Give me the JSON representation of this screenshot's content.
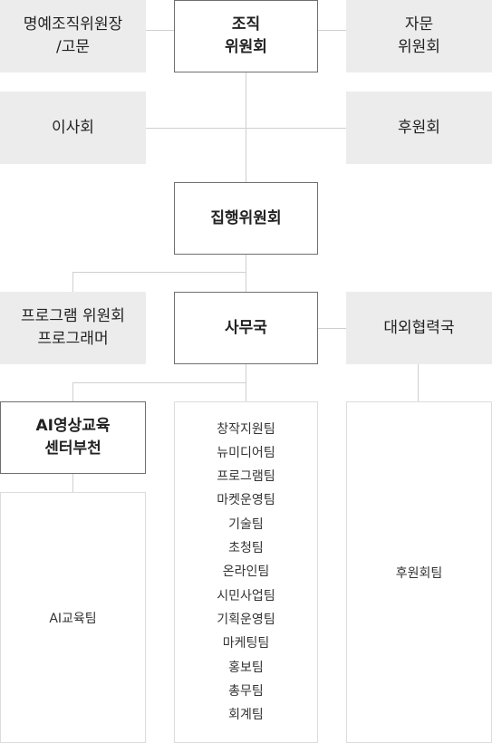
{
  "honorary": [
    "명예조직위원장",
    "/고문"
  ],
  "organizing": [
    "조직",
    "위원회"
  ],
  "advisory": [
    "자문",
    "위원회"
  ],
  "board": "이사회",
  "sponsors": "후원회",
  "executive": "집행위원회",
  "program": [
    "프로그램 위원회",
    "프로그래머"
  ],
  "secretariat": "사무국",
  "external": "대외협력국",
  "ai_center": [
    "AI영상교육",
    "센터부천"
  ],
  "ai_team": "AI교육팀",
  "secretariat_teams": [
    "창작지원팀",
    "뉴미디어팀",
    "프로그램팀",
    "마켓운영팀",
    "기술팀",
    "초청팀",
    "온라인팀",
    "시민사업팀",
    "기획운영팀",
    "마케팅팀",
    "홍보팀",
    "총무팀",
    "회계팀"
  ],
  "sponsor_team": "후원회팀"
}
